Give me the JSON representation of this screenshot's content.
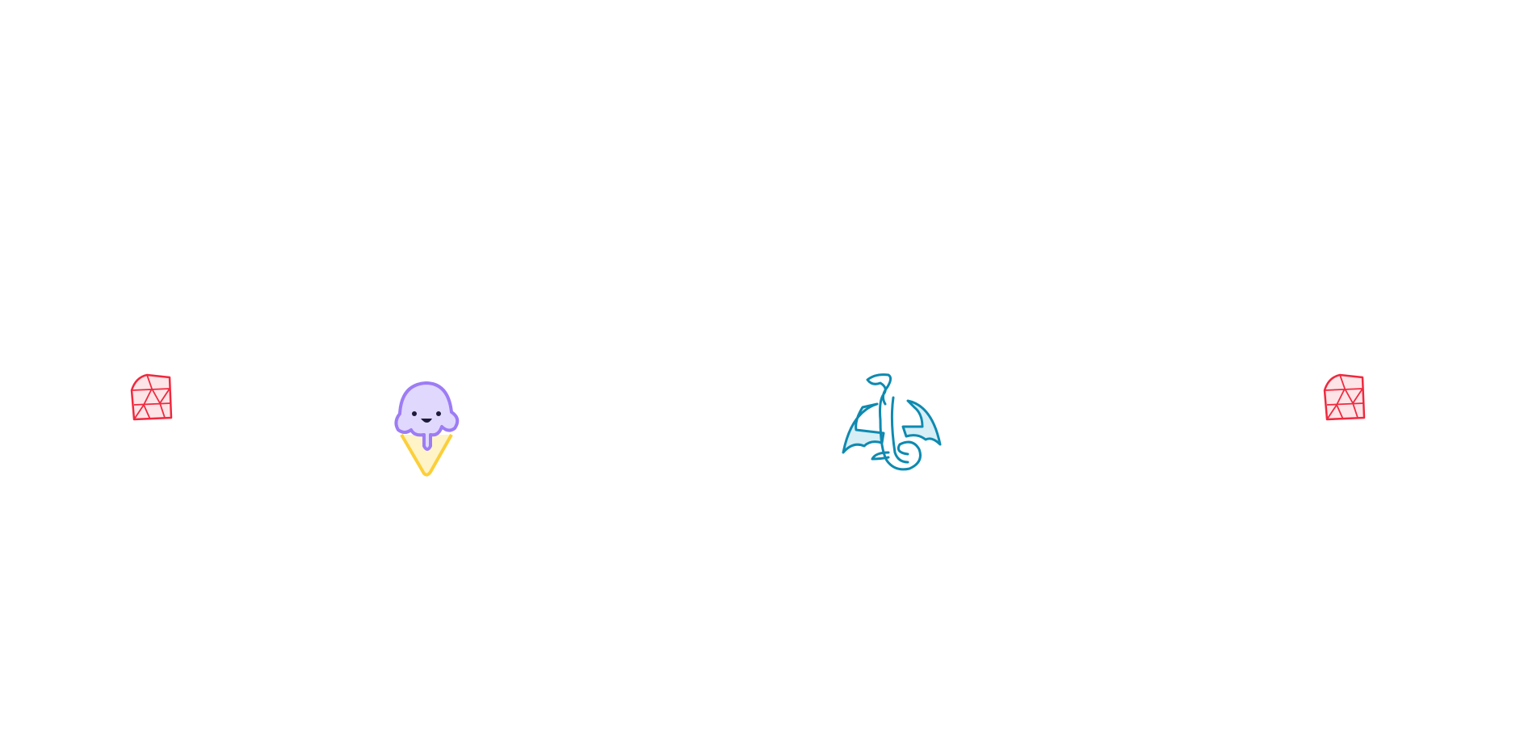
{
  "canvas": {
    "background": "#ffffff",
    "doodles": [
      {
        "name": "ruby-gem",
        "color": "#f0293e"
      },
      {
        "name": "ice-cream-cone",
        "scoop_color": "#9d7cf5",
        "cone_color": "#fccf3a",
        "face_color": "#1e1b3a"
      },
      {
        "name": "dragon",
        "color": "#0e8ab0"
      },
      {
        "name": "ruby-gem",
        "color": "#f0293e"
      }
    ]
  }
}
